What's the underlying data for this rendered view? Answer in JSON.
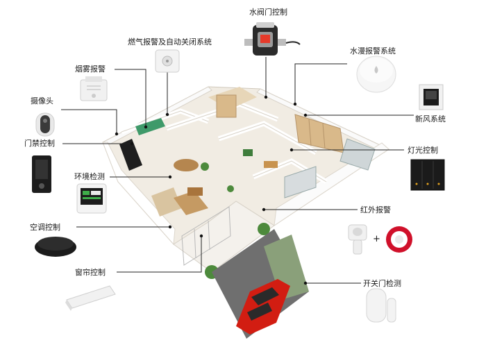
{
  "labels": {
    "water_valve": "水阀门控制",
    "gas_alarm": "燃气报警及自动关闭系统",
    "water_leak": "水漫报警系统",
    "smoke_alarm": "烟雾报警",
    "camera": "摄像头",
    "fresh_air": "新风系统",
    "door_access": "门禁控制",
    "light_control": "灯光控制",
    "env_monitor": "环境检测",
    "ac_control": "空调控制",
    "infrared_alarm": "红外报警",
    "plus_sign": "+",
    "curtain_control": "窗帘控制",
    "door_sensor": "开关门检测"
  },
  "colors": {
    "connector": "#222222",
    "alarm_red": "#d0102a",
    "panel_dark": "#1e1e1e",
    "wood": "#d9b98a",
    "floor": "#f1ece3",
    "garage": "#6f6f6f",
    "car": "#d21d12",
    "grass": "#8aa07a",
    "green_panel": "#3f9a6a"
  },
  "icons": [
    "water-valve-icon",
    "gas-detector-icon",
    "water-leak-sensor-icon",
    "smoke-alarm-icon",
    "camera-icon",
    "fresh-air-panel-icon",
    "door-lock-panel-icon",
    "light-switch-icon",
    "environment-monitor-icon",
    "ac-controller-icon",
    "infrared-sensor-icon",
    "siren-icon",
    "curtain-motor-icon",
    "door-window-sensor-icon"
  ]
}
